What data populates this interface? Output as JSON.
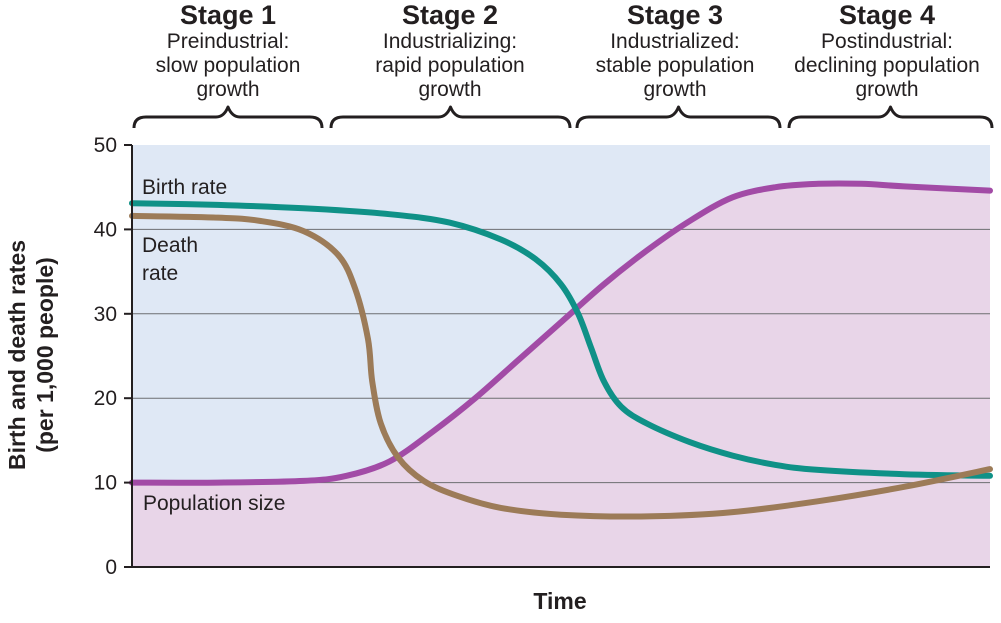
{
  "stages": [
    {
      "title": "Stage 1",
      "description": "Preindustrial:\nslow population\ngrowth"
    },
    {
      "title": "Stage 2",
      "description": "Industrializing:\nrapid population\ngrowth"
    },
    {
      "title": "Stage 3",
      "description": "Industrialized:\nstable population\ngrowth"
    },
    {
      "title": "Stage 4",
      "description": "Postindustrial:\ndeclining population\ngrowth"
    }
  ],
  "chart_data": {
    "type": "line",
    "xlabel": "Time",
    "ylabel": [
      "Birth and death rates",
      "(per 1,000 people)"
    ],
    "ylim": [
      0,
      50
    ],
    "yticks": [
      0,
      10,
      20,
      30,
      40,
      50
    ],
    "grid": true,
    "series": [
      {
        "name": "Birth rate",
        "color": "#0f9187",
        "points": [
          [
            0,
            43.1
          ],
          [
            0.1,
            42.9
          ],
          [
            0.2,
            42.5
          ],
          [
            0.3,
            41.8
          ],
          [
            0.37,
            40.8
          ],
          [
            0.43,
            38.8
          ],
          [
            0.47,
            36.5
          ],
          [
            0.5,
            33.5
          ],
          [
            0.52,
            30.0
          ],
          [
            0.535,
            26.0
          ],
          [
            0.55,
            22.0
          ],
          [
            0.57,
            19.0
          ],
          [
            0.6,
            17.0
          ],
          [
            0.65,
            14.8
          ],
          [
            0.7,
            13.2
          ],
          [
            0.75,
            12.1
          ],
          [
            0.8,
            11.5
          ],
          [
            0.9,
            11.0
          ],
          [
            1.0,
            10.8
          ]
        ]
      },
      {
        "name": "Death rate",
        "color": "#9c7b58",
        "points": [
          [
            0,
            41.6
          ],
          [
            0.1,
            41.4
          ],
          [
            0.15,
            41.0
          ],
          [
            0.2,
            39.8
          ],
          [
            0.24,
            37.0
          ],
          [
            0.26,
            33.0
          ],
          [
            0.275,
            27.0
          ],
          [
            0.28,
            22.0
          ],
          [
            0.29,
            17.0
          ],
          [
            0.31,
            13.0
          ],
          [
            0.34,
            10.2
          ],
          [
            0.38,
            8.4
          ],
          [
            0.43,
            7.0
          ],
          [
            0.5,
            6.2
          ],
          [
            0.6,
            6.0
          ],
          [
            0.7,
            6.5
          ],
          [
            0.8,
            7.8
          ],
          [
            0.9,
            9.5
          ],
          [
            1.0,
            11.6
          ]
        ]
      },
      {
        "name": "Population size",
        "color": "#a24ba6",
        "fill": "#e8d5e8",
        "points": [
          [
            0,
            10.0
          ],
          [
            0.1,
            10.0
          ],
          [
            0.2,
            10.2
          ],
          [
            0.25,
            10.8
          ],
          [
            0.3,
            12.5
          ],
          [
            0.35,
            16.0
          ],
          [
            0.4,
            20.0
          ],
          [
            0.45,
            24.5
          ],
          [
            0.5,
            29.0
          ],
          [
            0.55,
            33.5
          ],
          [
            0.6,
            37.5
          ],
          [
            0.65,
            41.0
          ],
          [
            0.7,
            43.8
          ],
          [
            0.75,
            45.0
          ],
          [
            0.8,
            45.4
          ],
          [
            0.85,
            45.4
          ],
          [
            0.9,
            45.1
          ],
          [
            1.0,
            44.6
          ]
        ]
      }
    ]
  },
  "colors": {
    "plot_background": "#dfe8f5",
    "axis": "#231f20",
    "gridline": "#6d6e71"
  }
}
